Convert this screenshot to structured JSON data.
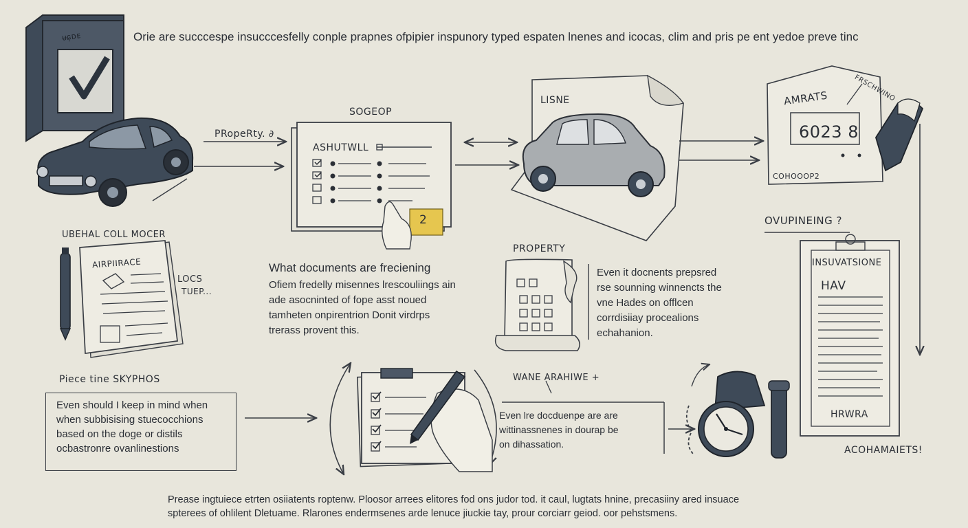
{
  "header": {
    "title": "Orie are succcespe insucccesfelly conple prapnes ofpipier inspunory typed espaten lnenes  and icocas,  clim and pris pe ent yedoe preve tinc"
  },
  "step1": {
    "box_label": "ᵾɕ᷊ᴅᴇ",
    "arrow_label": "PRopeRty. ∂"
  },
  "step2": {
    "title": "SOGEOP",
    "form_heading": "ASHUTWLL",
    "sticky_number": "2"
  },
  "step3": {
    "label": "LISNE"
  },
  "step4": {
    "heading": "AMRATS",
    "amount": "6023 8",
    "footer_code": "COHOOOP2",
    "corner_label": "FRSCHWINO"
  },
  "left_doc": {
    "title": "UBEHAL COLL MOCER",
    "doc_heading": "AIRPIIRACE",
    "side_note_1": "LOCS",
    "side_note_2": "TUEP..."
  },
  "center_note": {
    "heading": "What documents are freciening",
    "lines": [
      "Ofiem fredelly misennes lrescouliings ain",
      "ade asocninted of fope asst noued",
      "tamheten onpirentrion Donit virdrps",
      "trerass provent this."
    ]
  },
  "property_note": {
    "heading": "PROPERTY",
    "lines": [
      "Even it docnents prepsred",
      "rse sounning winnencts  the",
      "vne Hades on offlcen",
      "corrdisiiay procealions",
      "echahanion."
    ]
  },
  "right_doc": {
    "question": "OVUPINEING ?",
    "doc_title": "INSUVATSIONE",
    "doc_top": "HAV",
    "doc_bottom": "HRWRA"
  },
  "bottom_left": {
    "heading": "Piece tine SKYPHOS",
    "lines": [
      "Even should I keep in mind when",
      "when subbisising stuecocchions",
      "based on the doge or distils",
      "ocbastronre ovanlinestions"
    ]
  },
  "bottom_center": {
    "heading": "WANE ARAHIWE  +",
    "lines": [
      "Even lre docduenpe are  are",
      "wittinassnenes in dourap  be",
      "on dihassation."
    ]
  },
  "bottom_right": {
    "label": "ACOHAMAIETS!"
  },
  "footer": {
    "lines": [
      "Prease ingtuiece etrten osiiatents roptenw. Ploosor arrees elitores fod ons judor tod. it caul, lugtats hnine, precasiiny ared insuace",
      "spterees of ohlilent Dletuame. Rlarones endermsenes arde lenuce jiuckie tay, prour corciarr geiod. oor pehstsmens."
    ]
  },
  "colors": {
    "background": "#e8e6dc",
    "ink": "#2b2f36",
    "car_dark": "#3e4a58",
    "car_light": "#a9adb0",
    "sticky_note": "#e6c64f"
  }
}
